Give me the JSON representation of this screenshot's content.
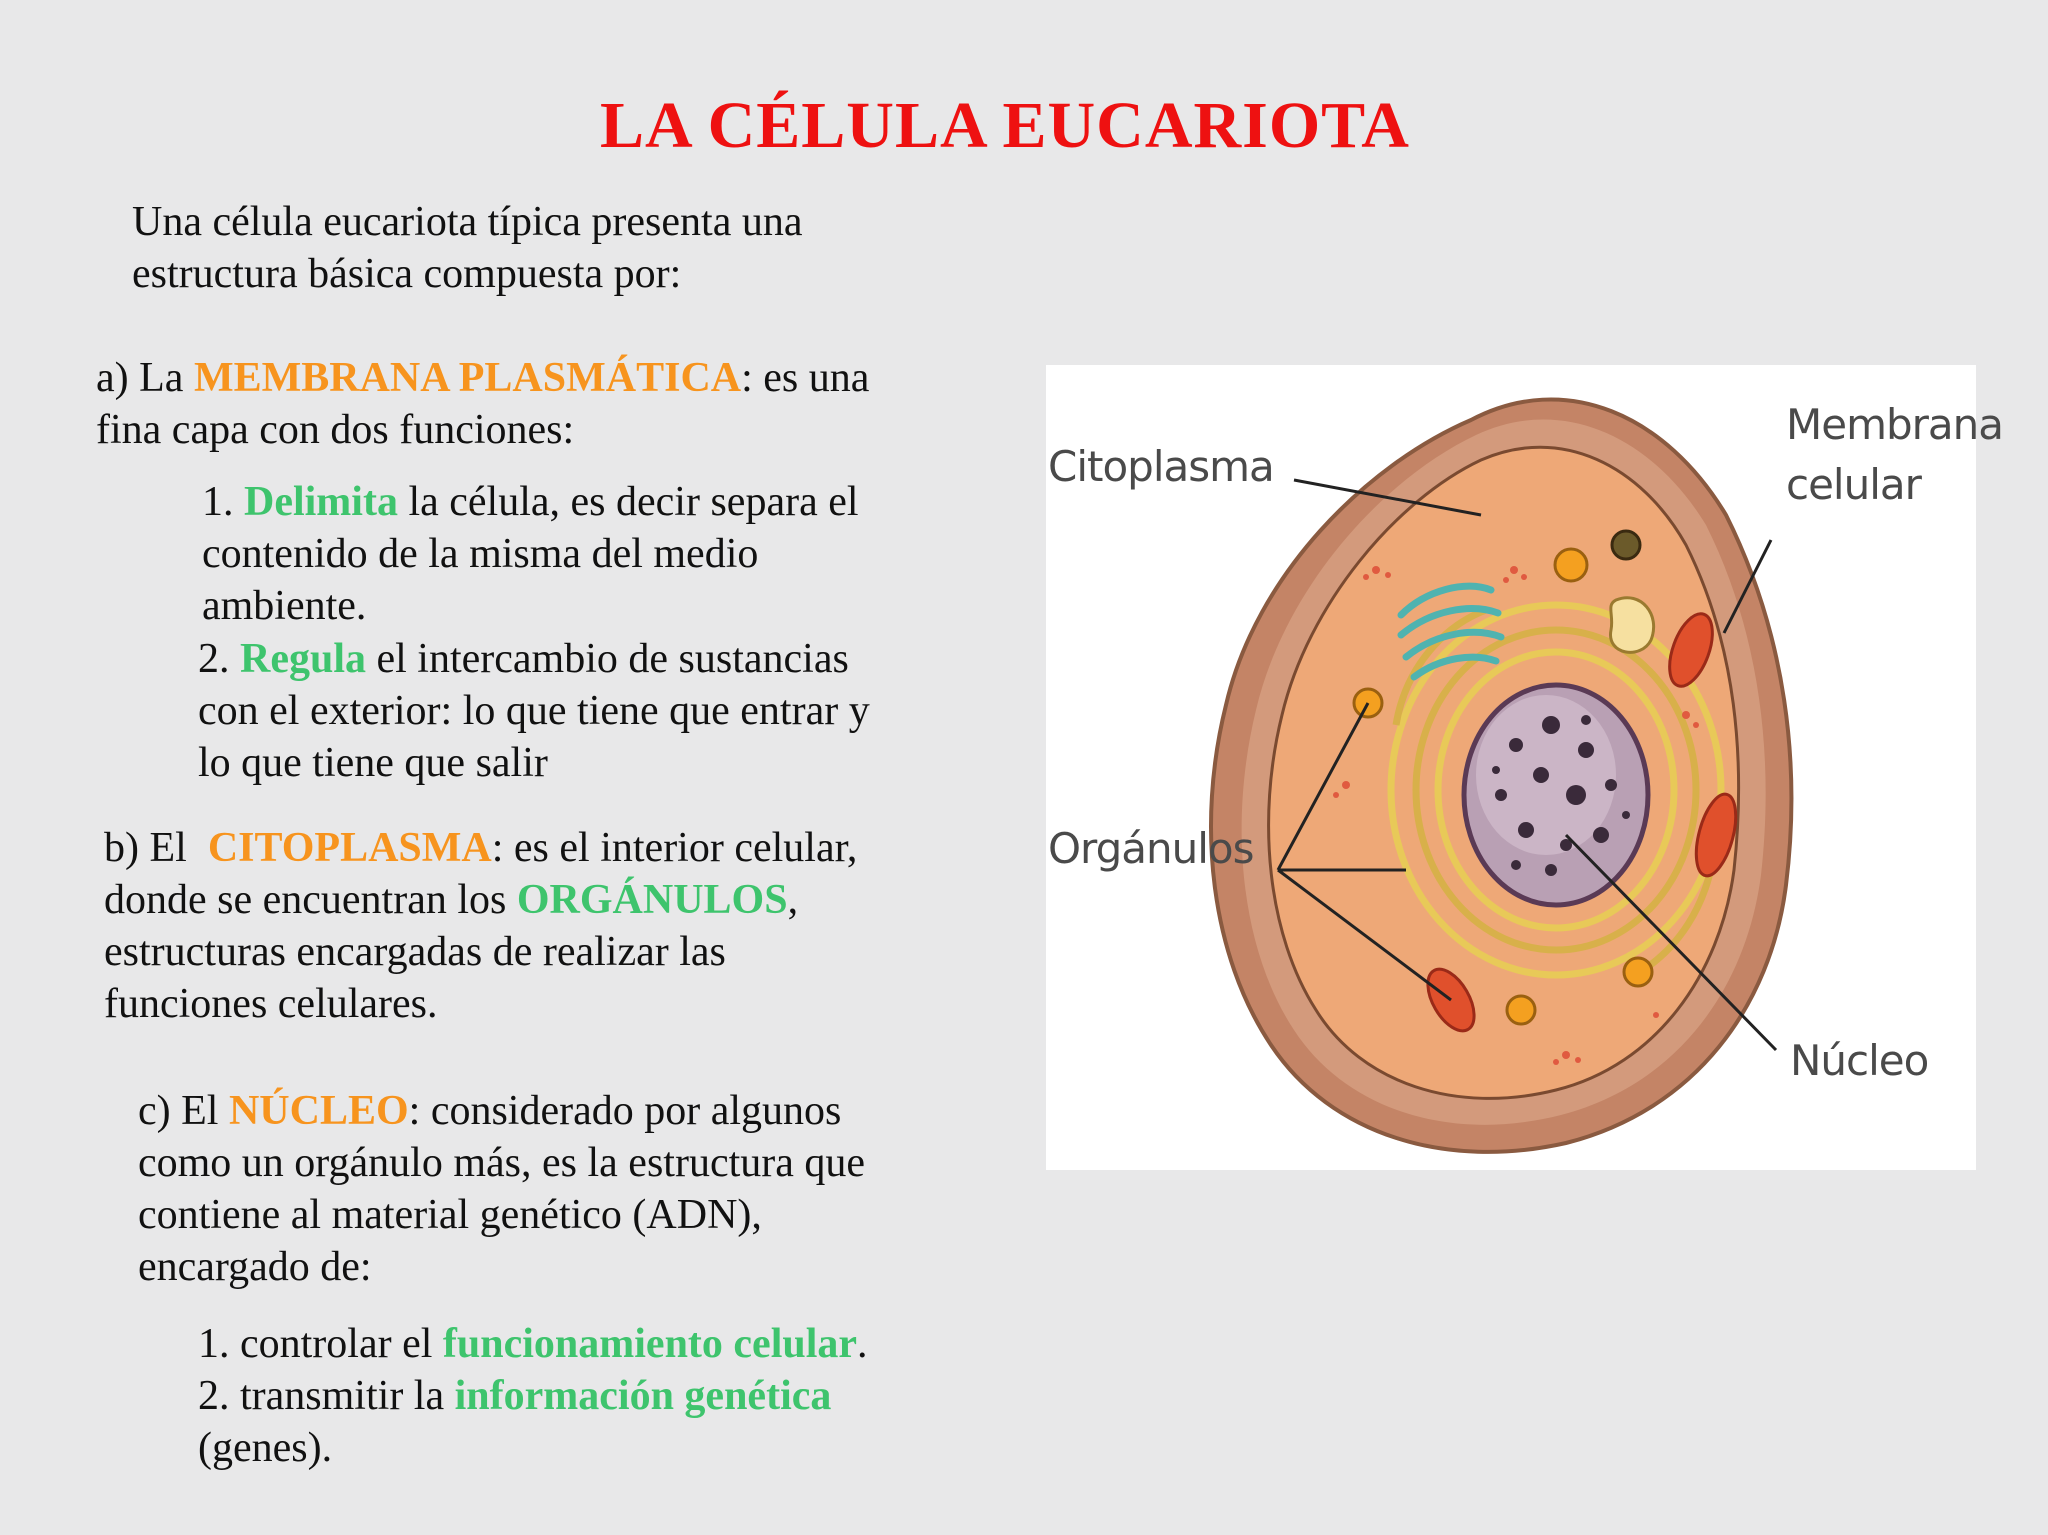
{
  "title": "LA CÉLULA EUCARIOTA",
  "intro": {
    "line1": "Una célula eucariota típica presenta una",
    "line2": "estructura básica compuesta por:"
  },
  "section_a": {
    "prefix": "a) La ",
    "term": "MEMBRANA PLASMÁTICA",
    "suffix": ": es una",
    "line2": "fina capa con dos funciones:",
    "item1": {
      "num": "1. ",
      "term": "Delimita",
      "rest1": " la célula, es decir separa el",
      "rest2": "contenido de la misma del medio",
      "rest3": "ambiente."
    },
    "item2": {
      "num": "2. ",
      "term": "Regula",
      "rest1": " el intercambio de sustancias",
      "rest2": "con el exterior: lo que tiene que entrar y",
      "rest3": "lo que tiene que salir"
    }
  },
  "section_b": {
    "prefix": "b) El  ",
    "term": "CITOPLASMA",
    "suffix": ": es el interior celular,",
    "line2_prefix": "donde se encuentran los ",
    "line2_term": "ORGÁNULOS",
    "line2_suffix": ",",
    "line3": "estructuras encargadas de realizar las",
    "line4": "funciones celulares."
  },
  "section_c": {
    "prefix": "c) El ",
    "term": "NÚCLEO",
    "suffix": ": considerado por algunos",
    "line2": "como un orgánulo más, es la estructura que",
    "line3": "contiene al material genético (ADN),",
    "line4": "encargado de:",
    "item1": {
      "prefix": "1. controlar el ",
      "term": "funcionamiento celular",
      "suffix": "."
    },
    "item2": {
      "prefix": "2. transmitir la ",
      "term": "información genética",
      "line2": "(genes)."
    }
  },
  "figure": {
    "labels": {
      "citoplasma": "Citoplasma",
      "membrana_1": "Membrana",
      "membrana_2": "celular",
      "organulos": "Orgánulos",
      "nucleo": "Núcleo"
    }
  },
  "colors": {
    "title": "#ee1111",
    "highlight_orange": "#f7941e",
    "highlight_green": "#3ec46d",
    "background": "#e8e8e9"
  }
}
